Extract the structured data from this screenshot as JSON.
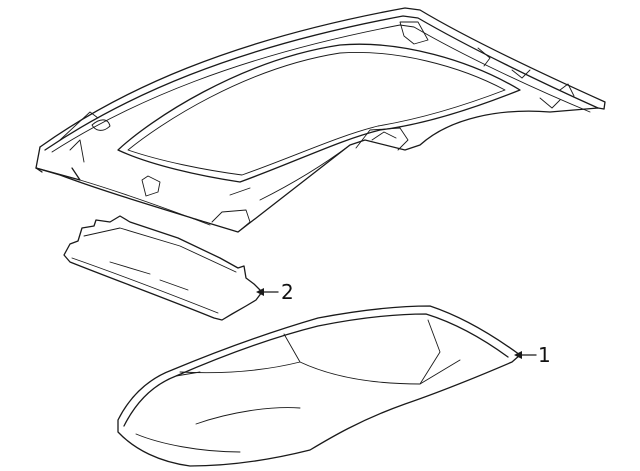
{
  "diagram": {
    "parts": [
      {
        "id": "part-1",
        "callout": "1"
      },
      {
        "id": "part-2",
        "callout": "2"
      }
    ]
  }
}
